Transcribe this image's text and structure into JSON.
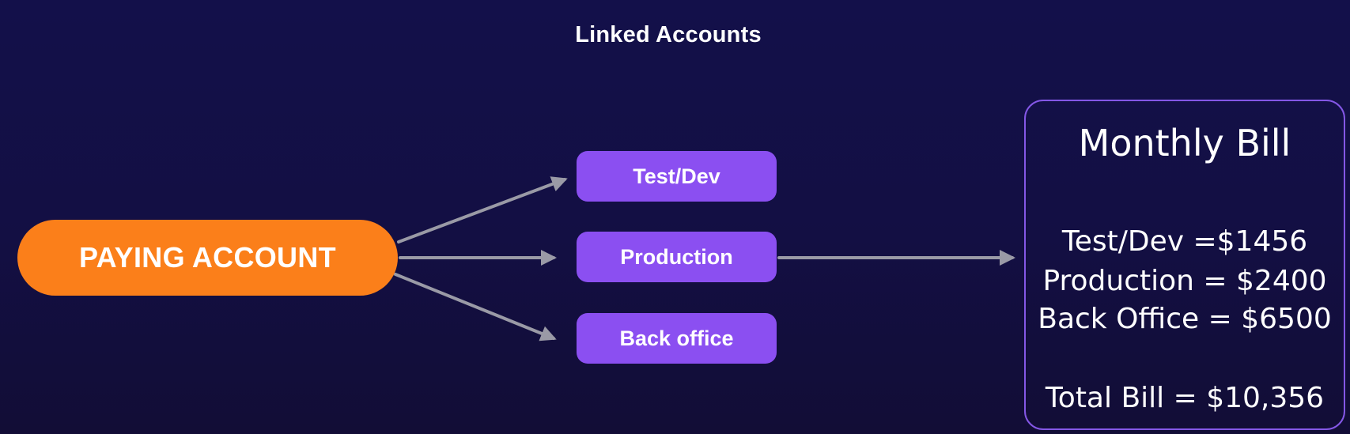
{
  "title": "Linked Accounts",
  "paying_account": "PAYING ACCOUNT",
  "linked_accounts": [
    "Test/Dev",
    "Production",
    "Back office"
  ],
  "bill": {
    "title": "Monthly Bill",
    "lines": [
      "Test/Dev =$1456",
      "Production = $2400",
      "Back Office = $6500"
    ],
    "total": "Total Bill = $10,356"
  },
  "colors": {
    "background": "#13104a",
    "paying_account": "#fb7f1a",
    "linked_account": "#8b4ff1",
    "bill_border": "#8457e6",
    "arrow": "#9a9aa6"
  },
  "connections": [
    {
      "from": "PAYING ACCOUNT",
      "to": "Test/Dev"
    },
    {
      "from": "PAYING ACCOUNT",
      "to": "Production"
    },
    {
      "from": "PAYING ACCOUNT",
      "to": "Back office"
    },
    {
      "from": "Production",
      "to": "Monthly Bill"
    }
  ]
}
